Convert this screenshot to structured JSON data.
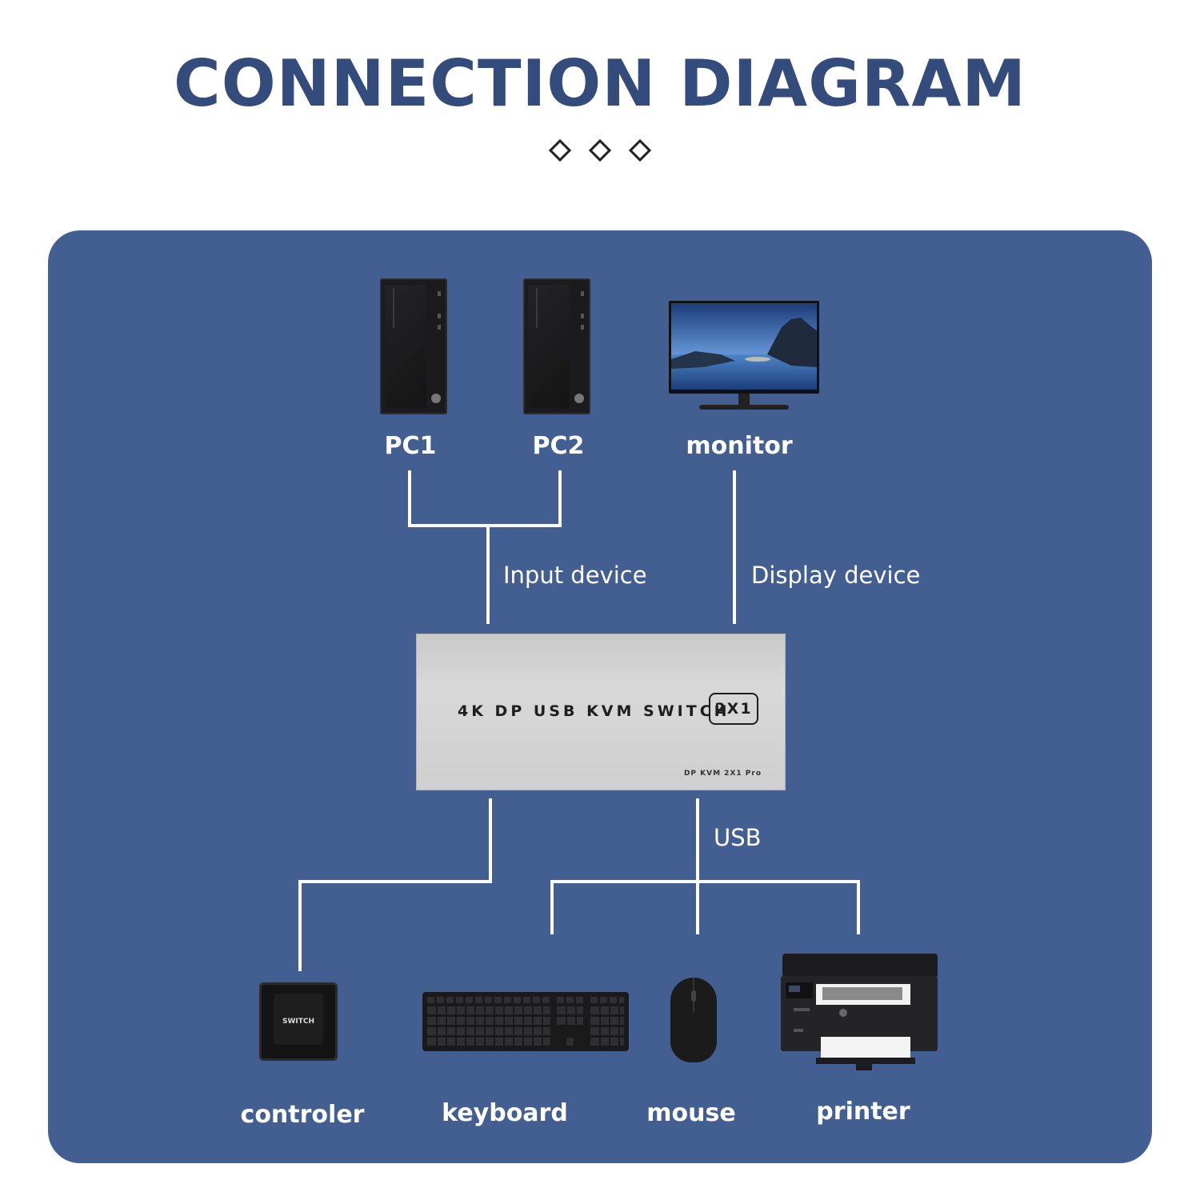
{
  "title": "CONNECTION DIAGRAM",
  "devices": {
    "pc1": "PC1",
    "pc2": "PC2",
    "monitor": "monitor",
    "controller": "controler",
    "keyboard": "keyboard",
    "mouse": "mouse",
    "printer": "printer"
  },
  "connections": {
    "input": "Input device",
    "display": "Display device",
    "usb": "USB"
  },
  "switch": {
    "name": "4K DP USB KVM SWITCH",
    "badge": "2X1",
    "model": "DP KVM 2X1 Pro"
  },
  "controller_button": "SWITCH",
  "colors": {
    "title": "#344c7b",
    "panel": "#435f91",
    "line": "#ffffff"
  }
}
